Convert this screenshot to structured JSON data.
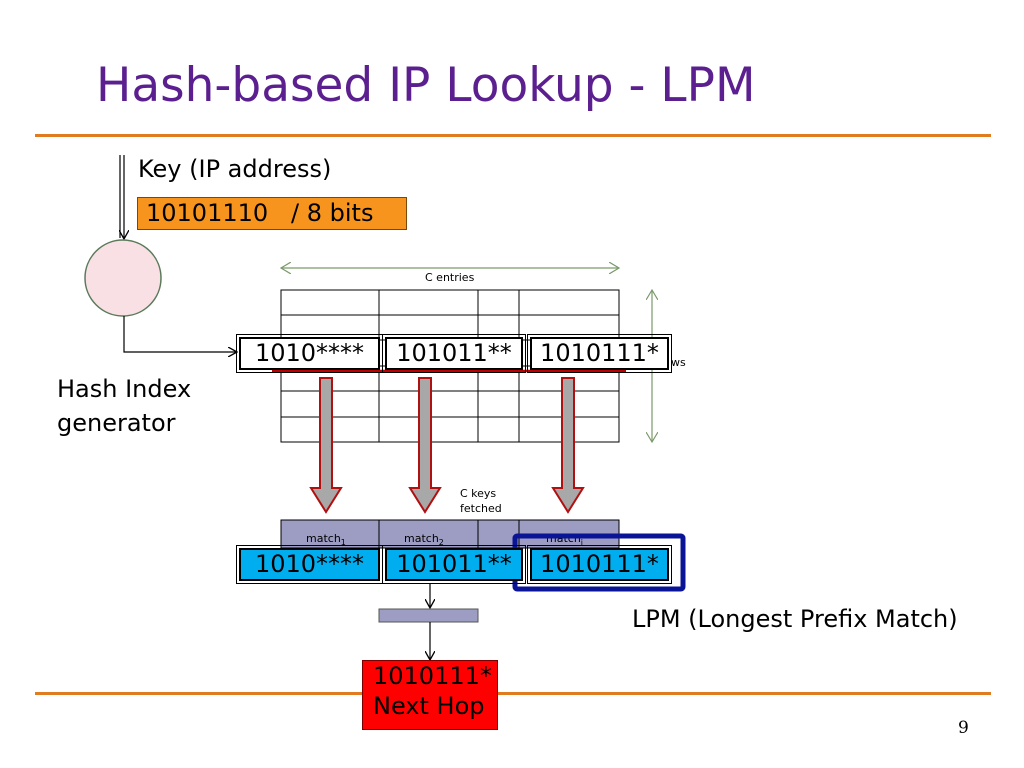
{
  "title": "Hash-based IP Lookup - LPM",
  "key": {
    "label": "Key (IP address)",
    "value": "10101110   / 8 bits"
  },
  "hash_generator": {
    "label_line1": "Hash Index",
    "label_line2": "generator"
  },
  "table": {
    "width_label": "C  entries",
    "rows_label_fragment": "ws"
  },
  "fetched_entries": [
    "1010****",
    "101011**",
    "1010111*"
  ],
  "fetch_label_line1": "C keys",
  "fetch_label_line2": "fetched",
  "match_slots": [
    {
      "base": "match",
      "sub": "1"
    },
    {
      "base": "match",
      "sub": "2"
    },
    {
      "base": "match",
      "sub": "i"
    }
  ],
  "matched_entries": [
    "1010****",
    "101011**",
    "1010111*"
  ],
  "lpm_label": "LPM (Longest Prefix Match)",
  "result": {
    "line1": "1010111*",
    "line2": "Next Hop"
  },
  "page_number": "9",
  "colors": {
    "title": "#5b1f8f",
    "rule": "#e07b1f",
    "key_box": "#f7941d",
    "hash_circle": "#f9e0e4",
    "entry_blue": "#00aeef",
    "match_slot": "#9d9dc4",
    "arrow": "#a8a8a8",
    "arrow_outline": "#b01010",
    "lpm_highlight": "#0a1496",
    "result_box": "#ff0000"
  }
}
